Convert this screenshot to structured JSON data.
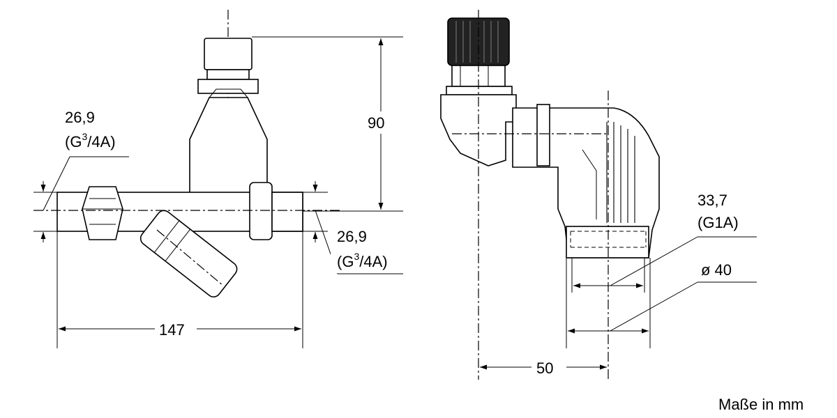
{
  "units_note": "Maße in mm",
  "left_view": {
    "inlet_dim": "26,9",
    "inlet_thread_base": "(G",
    "inlet_thread_sup": "3",
    "inlet_thread_rest": "/4A)",
    "outlet_dim": "26,9",
    "outlet_thread_base": "(G",
    "outlet_thread_sup": "3",
    "outlet_thread_rest": "/4A)",
    "height_dim": "90",
    "width_dim": "147"
  },
  "right_view": {
    "pipe_dim": "33,7",
    "pipe_thread": "(G1A)",
    "diameter_dim": "ø 40",
    "offset_dim": "50"
  }
}
